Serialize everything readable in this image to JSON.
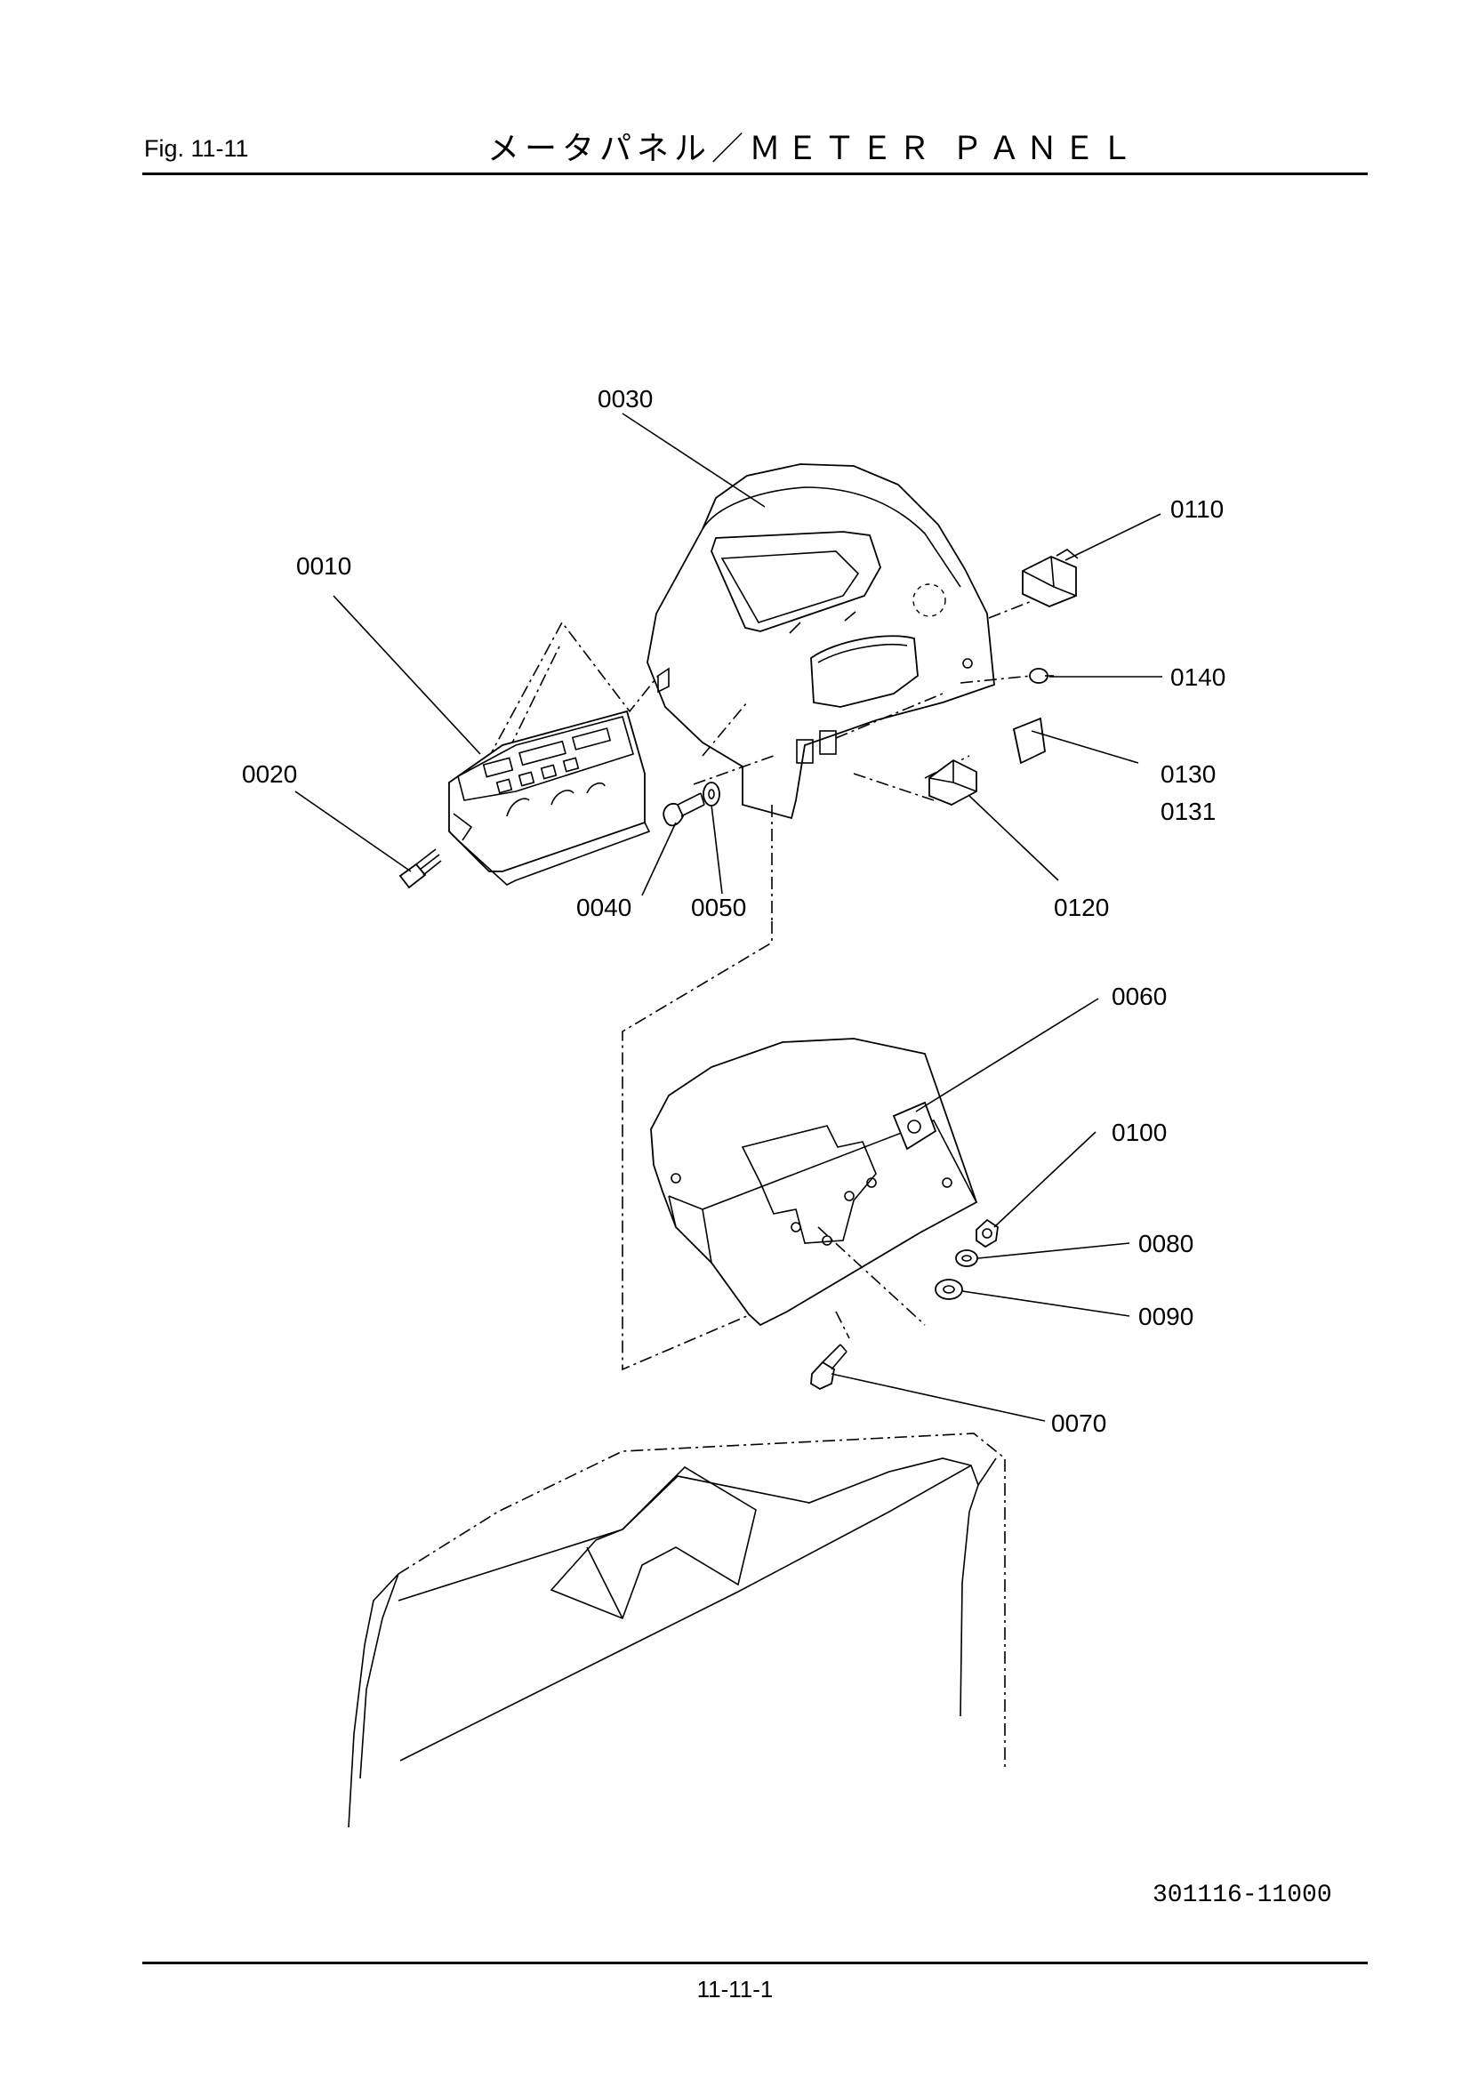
{
  "header": {
    "fig": "Fig.  11-11",
    "title": "メータパネル／ＭＥＴＥＲ ＰＡＮＥＬ"
  },
  "parts": [
    {
      "id": "0010"
    },
    {
      "id": "0020"
    },
    {
      "id": "0030"
    },
    {
      "id": "0040"
    },
    {
      "id": "0050"
    },
    {
      "id": "0060"
    },
    {
      "id": "0070"
    },
    {
      "id": "0080"
    },
    {
      "id": "0090"
    },
    {
      "id": "0100"
    },
    {
      "id": "0110"
    },
    {
      "id": "0120"
    },
    {
      "id": "0130"
    },
    {
      "id": "0131"
    },
    {
      "id": "0140"
    }
  ],
  "drawing_ref": "301116-11000",
  "footer": {
    "page": "11-11-1"
  }
}
